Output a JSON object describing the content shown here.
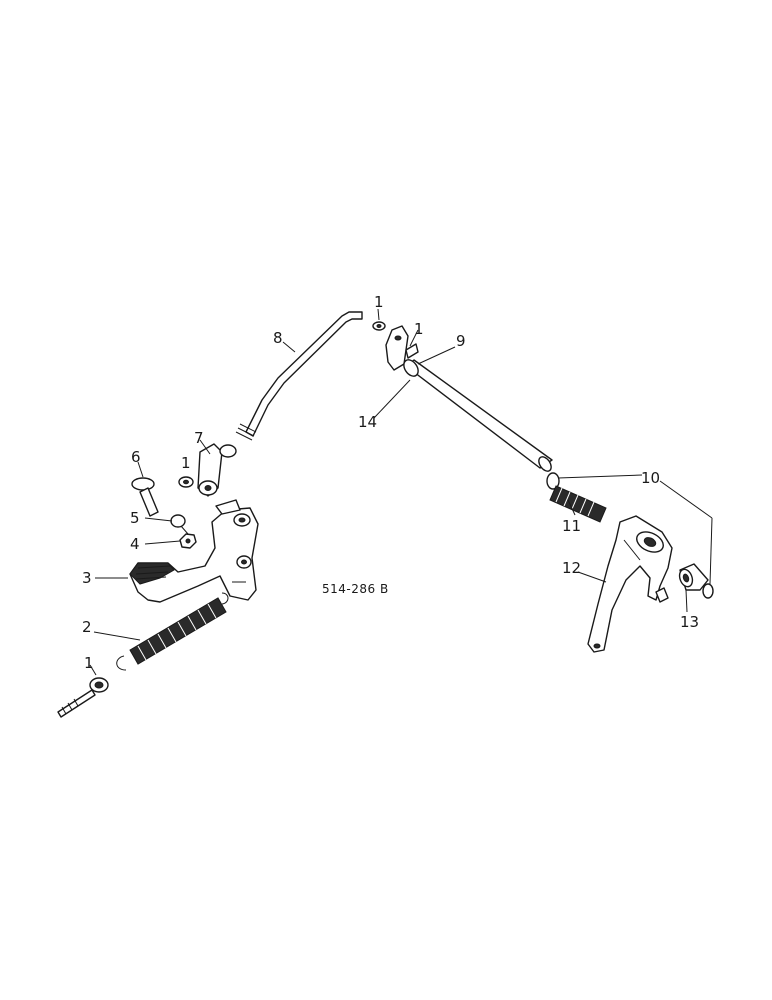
{
  "diagram": {
    "reference_code": "514-286 B",
    "callouts": [
      "1",
      "2",
      "3",
      "4",
      "5",
      "6",
      "7",
      "8",
      "9",
      "10",
      "11",
      "12",
      "13",
      "14",
      "1",
      "1",
      "1"
    ]
  }
}
